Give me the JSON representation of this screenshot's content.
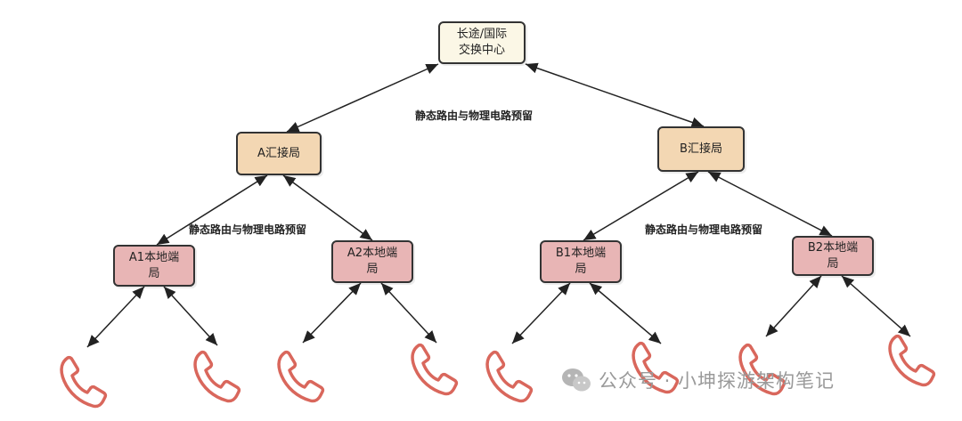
{
  "nodes": {
    "center": {
      "label": "长途/国际\n交换中心",
      "fill": "#fbf7e6"
    },
    "a_hub": {
      "label": "A汇接局",
      "fill": "#f3d7b3"
    },
    "b_hub": {
      "label": "B汇接局",
      "fill": "#f3d7b3"
    },
    "a1": {
      "label": "A1本地端\n局",
      "fill": "#e8b5b5"
    },
    "a2": {
      "label": "A2本地端\n局",
      "fill": "#e8b5b5"
    },
    "b1": {
      "label": "B1本地端\n局",
      "fill": "#e8b5b5"
    },
    "b2": {
      "label": "B2本地端\n局",
      "fill": "#e8b5b5"
    }
  },
  "edge_labels": {
    "top": "静态路由与物理电路预留",
    "left": "静态路由与物理电路预留",
    "right": "静态路由与物理电路预留"
  },
  "icons": {
    "phone": "phone-icon",
    "wechat": "wechat-icon"
  },
  "colors": {
    "phone": "#d9675c",
    "arrow": "#222222"
  },
  "watermark": {
    "text": "公众号 · 小坤探游架构笔记"
  }
}
